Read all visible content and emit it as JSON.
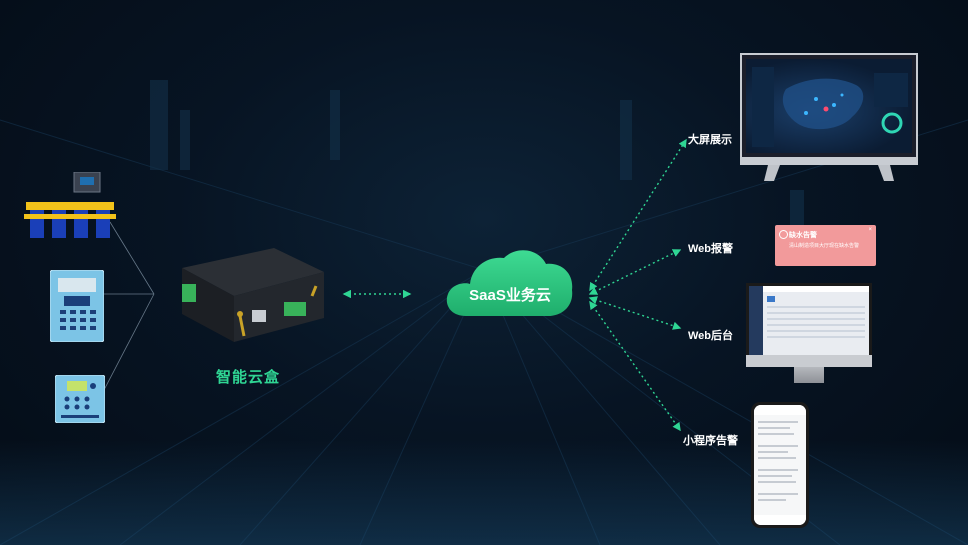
{
  "gateway": {
    "label": "智能云盒"
  },
  "cloud": {
    "label": "SaaS业务云"
  },
  "outputs": [
    {
      "label": "大屏展示"
    },
    {
      "label": "Web报警"
    },
    {
      "label": "Web后台"
    },
    {
      "label": "小程序告警"
    }
  ],
  "alert_card": {
    "title": "缺水告警",
    "text": "清山制造项目大厅现在缺水告警",
    "close": "×"
  },
  "colors": {
    "connector": "#2fd694",
    "cloud": "#2fcc86",
    "gateway_label": "#2fd694",
    "background": "#071423"
  }
}
